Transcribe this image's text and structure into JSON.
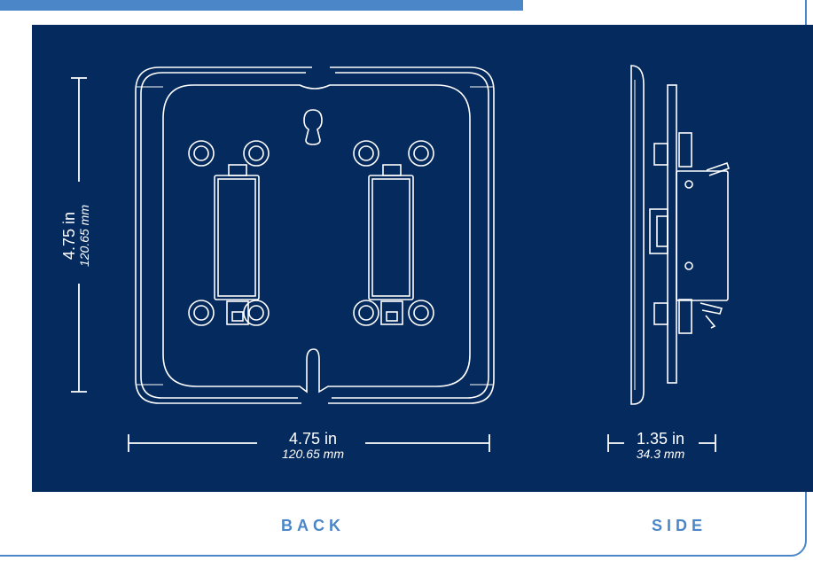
{
  "dimensions": {
    "height": {
      "inches": "4.75 in",
      "mm": "120.65 mm"
    },
    "width": {
      "inches": "4.75 in",
      "mm": "120.65 mm"
    },
    "depth": {
      "inches": "1.35 in",
      "mm": "34.3 mm"
    }
  },
  "views": {
    "back": "BACK",
    "side": "SIDE"
  },
  "colors": {
    "panel": "#052a5e",
    "accent": "#4b86c8",
    "line": "#ffffff"
  }
}
